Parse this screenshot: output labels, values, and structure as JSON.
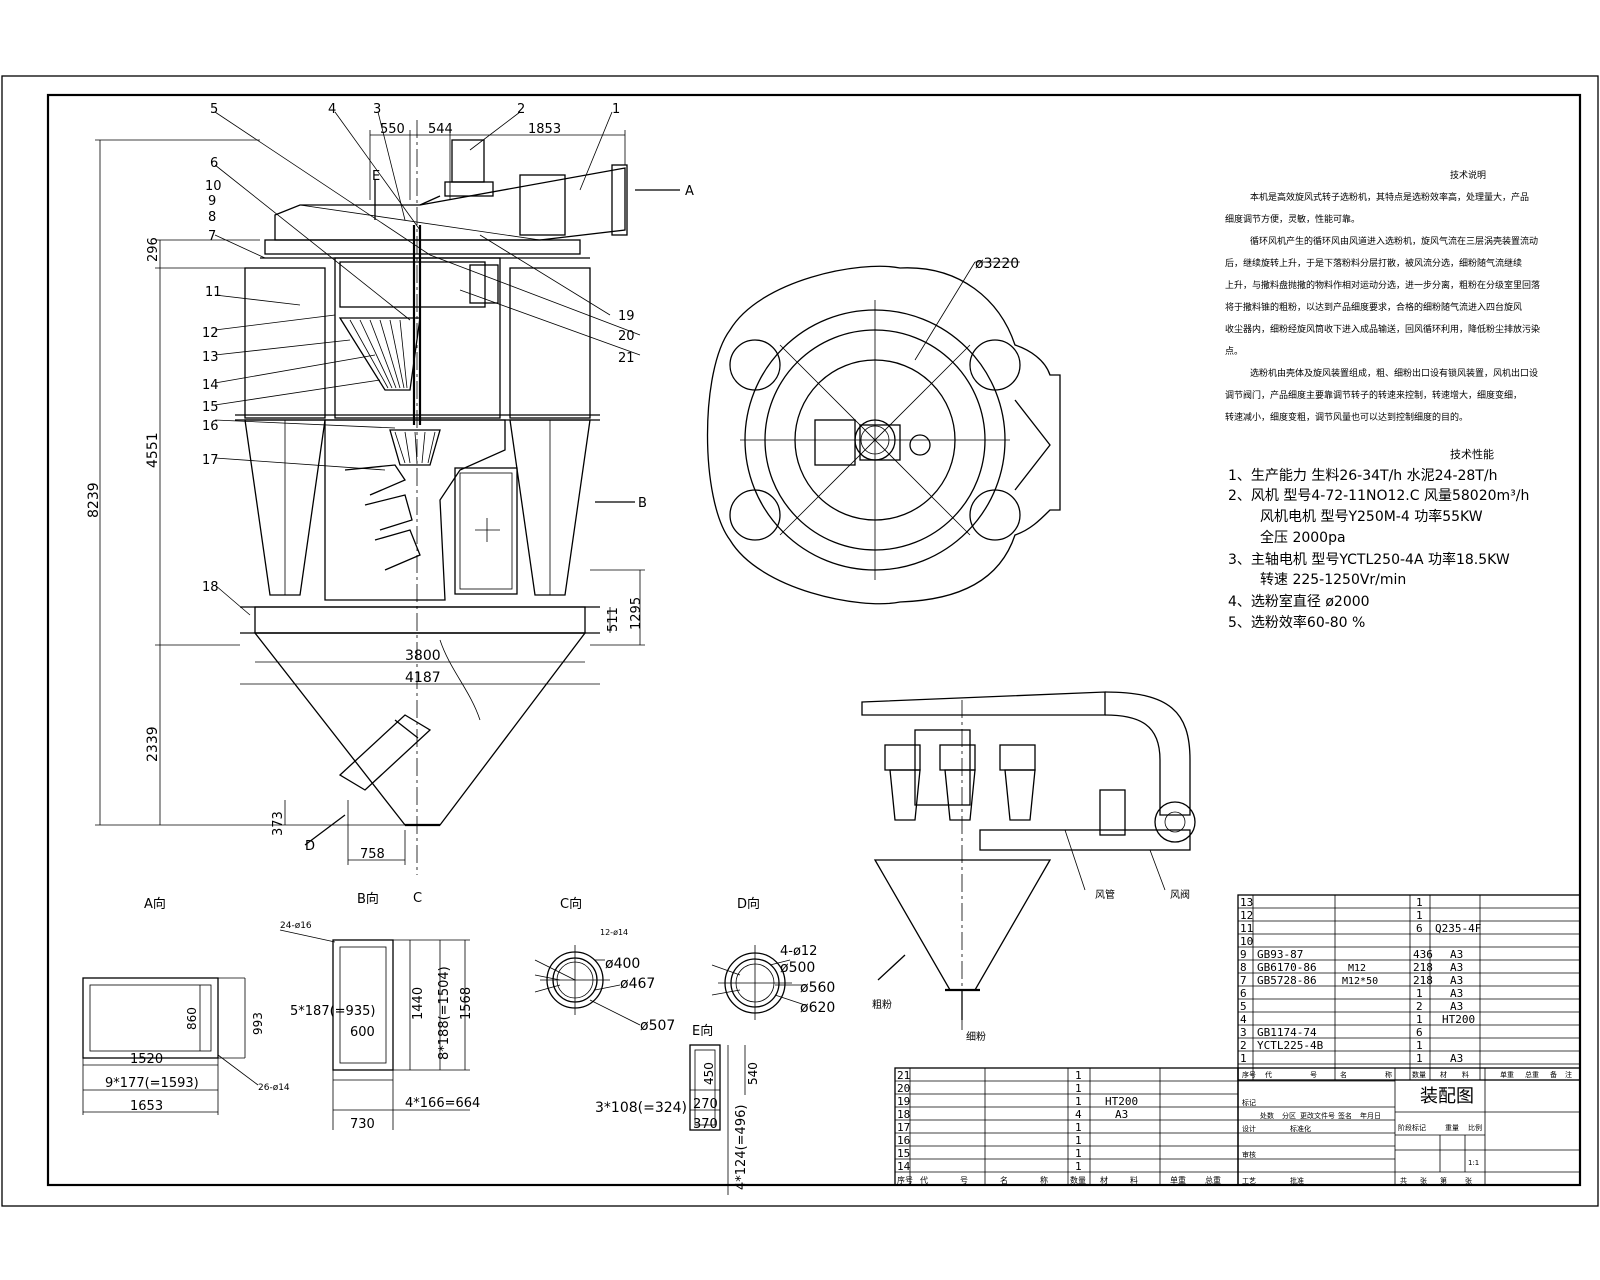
{
  "drawing_title": "装配图",
  "parts_list": {
    "header": [
      "序号",
      "代",
      "号",
      "名",
      "称",
      "数量",
      "材",
      "料",
      "单重",
      "总重",
      "备",
      "注"
    ],
    "items": [
      {
        "no": "21",
        "code": "",
        "name": "",
        "qty": "1",
        "material": ""
      },
      {
        "no": "20",
        "code": "",
        "name": "",
        "qty": "1",
        "material": ""
      },
      {
        "no": "19",
        "code": "",
        "name": "",
        "qty": "1",
        "material": "HT200"
      },
      {
        "no": "18",
        "code": "",
        "name": "",
        "qty": "4",
        "material": "A3"
      },
      {
        "no": "17",
        "code": "",
        "name": "",
        "qty": "1",
        "material": ""
      },
      {
        "no": "16",
        "code": "",
        "name": "",
        "qty": "1",
        "material": ""
      },
      {
        "no": "15",
        "code": "",
        "name": "",
        "qty": "1",
        "material": ""
      },
      {
        "no": "14",
        "code": "",
        "name": "",
        "qty": "1",
        "material": ""
      },
      {
        "no": "13",
        "code": "",
        "name": "",
        "qty": "1",
        "material": ""
      },
      {
        "no": "12",
        "code": "",
        "name": "",
        "qty": "1",
        "material": ""
      },
      {
        "no": "11",
        "code": "",
        "name": "",
        "qty": "6",
        "material": "Q235-4F"
      },
      {
        "no": "10",
        "code": "",
        "name": "",
        "qty": "",
        "material": ""
      },
      {
        "no": "9",
        "code": "GB93-87",
        "name": "",
        "qty": "436",
        "material": "A3"
      },
      {
        "no": "8",
        "code": "GB6170-86",
        "name": "M12",
        "qty": "218",
        "material": "A3"
      },
      {
        "no": "7",
        "code": "GB5728-86",
        "name": "M12*50",
        "qty": "218",
        "material": "A3"
      },
      {
        "no": "6",
        "code": "",
        "name": "",
        "qty": "1",
        "material": "A3"
      },
      {
        "no": "5",
        "code": "",
        "name": "",
        "qty": "2",
        "material": "A3"
      },
      {
        "no": "4",
        "code": "",
        "name": "",
        "qty": "1",
        "material": "HT200"
      },
      {
        "no": "3",
        "code": "GB1174-74",
        "name": "",
        "qty": "6",
        "material": ""
      },
      {
        "no": "2",
        "code": "YCTL225-4B",
        "name": "",
        "qty": "1",
        "material": ""
      },
      {
        "no": "1",
        "code": "",
        "name": "",
        "qty": "1",
        "material": "A3"
      }
    ]
  },
  "main_view": {
    "part_labels": [
      "1",
      "2",
      "3",
      "4",
      "5",
      "6",
      "7",
      "8",
      "9",
      "10",
      "11",
      "12",
      "13",
      "14",
      "15",
      "16",
      "17",
      "18",
      "19",
      "20",
      "21"
    ],
    "dims_top": [
      "550",
      "544",
      "1853"
    ],
    "dims_left": [
      "296",
      "4551",
      "8239",
      "2339",
      "373"
    ],
    "dims_right": [
      "1295",
      "511"
    ],
    "dims_bottom": [
      "3800",
      "4187",
      "758"
    ],
    "section_marks": [
      "A",
      "B",
      "C",
      "D",
      "E"
    ]
  },
  "plan_view": {
    "diameter": "ø3220"
  },
  "tech_spec": {
    "title": "技术性能",
    "lines": [
      "1、生产能力   生料26-34T/h    水泥24-28T/h",
      "2、风机      型号4-72-11NO12.C    风量58020m³/h",
      "风机电机    型号Y250M-4         功率55KW",
      "全压       2000pa",
      "3、主轴电机   型号YCTL250-4A      功率18.5KW",
      "转速       225-1250Vr/min",
      "4、选粉室直径  ø2000",
      "5、选粉效率60-80  %"
    ]
  },
  "tech_desc": {
    "title": "技术说明",
    "lines": [
      "本机是高效旋风式转子选粉机，其特点是选粉效率高，处理量大，产品",
      "细度调节方便，灵敏，性能可靠。",
      "循环风机产生的循环风由风道进入选粉机，旋风气流在三层涡壳装置流动",
      "后，继续旋转上升，于是下落粉料分层打散，被风流分选，细粉随气流继续",
      "上升，与撒料盘抛撒的物料作相对运动分选，进一步分离，粗粉在分级室里回落",
      "将于撒料锥的粗粉，以达到产品细度要求，合格的细粉随气流进入四台旋风",
      "收尘器内，细粉经旋风筒收下进入成品输送，回风循环利用，降低粉尘排放污染",
      "点。",
      "选粉机由壳体及旋风装置组成，粗、细粉出口设有锁风装置，风机出口设",
      "调节阀门，产品细度主要靠调节转子的转速来控制，转速增大，细度变细，",
      "转速减小，细度变粗，调节风量也可以达到控制细度的目的。"
    ]
  },
  "view_a": {
    "label": "A向",
    "dims": [
      "24-ø16",
      "860",
      "993",
      "1520",
      "9*177(=1593)",
      "1653",
      "26-ø14"
    ]
  },
  "view_b": {
    "label": "B向",
    "dims": [
      "5*187(=935)",
      "600",
      "1440",
      "8*188(=1504)",
      "1568",
      "730",
      "4*166=664"
    ]
  },
  "view_c": {
    "label": "C向",
    "dims": [
      "12-ø14",
      "ø400",
      "ø467",
      "ø507"
    ]
  },
  "view_d": {
    "label": "D向",
    "dims": [
      "4-ø12",
      "ø500",
      "ø560",
      "ø620"
    ]
  },
  "view_e": {
    "label": "E向",
    "dims": [
      "450",
      "540",
      "270",
      "370",
      "3*108(=324)",
      "4*124(=496)"
    ]
  },
  "system_view_labels": [
    "风管",
    "风阀",
    "粗粉",
    "细粉"
  ],
  "title_block": {
    "rows": [
      "标记",
      "处数",
      "分区",
      "更改文件号",
      "签名",
      "年月日",
      "设计",
      "审核",
      "工艺",
      "标准化",
      "批准"
    ],
    "cells": [
      "阶段标记",
      "重量",
      "比例",
      "1:1",
      "共",
      "张",
      "第",
      "张"
    ]
  }
}
